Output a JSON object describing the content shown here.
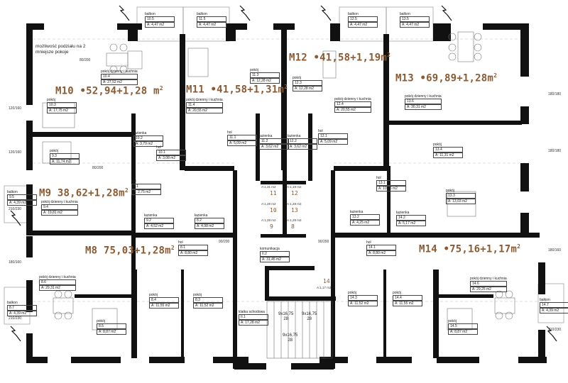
{
  "apartments": [
    {
      "id": "M10",
      "label": "M10 •52,94+1,28 m",
      "unit": "2"
    },
    {
      "id": "M11",
      "label": "M11 •41,58+1,31m",
      "unit": "2"
    },
    {
      "id": "M12",
      "label": "M12 •41,58+1,19m",
      "unit": "2"
    },
    {
      "id": "M13",
      "label": "M13 •69,89+1,28m",
      "unit": "2"
    },
    {
      "id": "M9",
      "label": "M9 38,62+1,28m",
      "unit": "2"
    },
    {
      "id": "M8",
      "label": "M8 75,03+1,28m",
      "unit": "2"
    },
    {
      "id": "M14",
      "label": "M14 •75,16+1,17m",
      "unit": "2"
    }
  ],
  "note": "możliwość podziału na 2 mniejsze pokoje",
  "rooms": [
    {
      "name": "balkon",
      "no": "10.5",
      "area": "A: 4,47 m2"
    },
    {
      "name": "balkon",
      "no": "11.5",
      "area": "A: 4,47 m2"
    },
    {
      "name": "balkon",
      "no": "12.5",
      "area": "A: 4,47 m2"
    },
    {
      "name": "balkon",
      "no": "13.5",
      "area": "A: 4,47 m2"
    },
    {
      "name": "pokój dzienny i kuchnia",
      "no": "10.4",
      "area": "A: 27,52 m2"
    },
    {
      "name": "pokój",
      "no": "10.3",
      "area": "A: 17,75 m2"
    },
    {
      "name": "łazienka",
      "no": "10.2",
      "area": "A: 3,79 m2"
    },
    {
      "name": "hol",
      "no": "10.1",
      "area": "A: 3,08 m2"
    },
    {
      "name": "pokój dzienny i kuchnia",
      "no": "11.4",
      "area": "A: 20,55 m2"
    },
    {
      "name": "pokój",
      "no": "11.3",
      "area": "A: 12,28 m2"
    },
    {
      "name": "hol",
      "no": "11.1",
      "area": "A: 5,09 m2"
    },
    {
      "name": "łazienka",
      "no": "11.2",
      "area": "A: 3,62 m2"
    },
    {
      "name": "pokój",
      "no": "12.3",
      "area": "A: 12,28 m2"
    },
    {
      "name": "pokój dzienny i kuchnia",
      "no": "12.4",
      "area": "A: 20,55 m2"
    },
    {
      "name": "łazienka",
      "no": "12.2",
      "area": "A: 3,62 m2"
    },
    {
      "name": "hol",
      "no": "12.1",
      "area": "A: 5,09 m2"
    },
    {
      "name": "pokój dzienny i kuchnia",
      "no": "13.6",
      "area": "A: 30,31 m2"
    },
    {
      "name": "pokój",
      "no": "13.4",
      "area": "A: 11,31 m2"
    },
    {
      "name": "pokój",
      "no": "13.3",
      "area": "A: 13,03 m2"
    },
    {
      "name": "hol",
      "no": "13.1",
      "area": "A: 10,96 m2"
    },
    {
      "name": "łazienka",
      "no": "13.2",
      "area": "A: 4,25 m2"
    },
    {
      "name": "łazienka",
      "no": "14.2",
      "area": "A: 5,17 m2"
    },
    {
      "name": "pokój",
      "no": "9.3",
      "area": "A: 11,74 m2"
    },
    {
      "name": "balkon",
      "no": "9.5",
      "area": "A: 4,39 m2"
    },
    {
      "name": "pokój dzienny i kuchnia",
      "no": "9.4",
      "area": "A: 19,81 m2"
    },
    {
      "name": "hol",
      "no": "9.1",
      "area": "A: 2,75 m2"
    },
    {
      "name": "łazienka",
      "no": "9.2",
      "area": "A: 4,52 m2"
    },
    {
      "name": "łazienka",
      "no": "8.2",
      "area": "A: 4,98 m2"
    },
    {
      "name": "hol",
      "no": "8.1",
      "area": "A: 8,80 m2"
    },
    {
      "name": "pokój dzienny i kuchnia",
      "no": "8.6",
      "area": "A: 29,31 m2"
    },
    {
      "name": "balkon",
      "no": "8.7",
      "area": "A: 4,39 m2"
    },
    {
      "name": "pokój",
      "no": "8.4",
      "area": "A: 11,55 m2"
    },
    {
      "name": "pokój",
      "no": "8.3",
      "area": "A: 11,52 m2"
    },
    {
      "name": "pokój",
      "no": "8.5",
      "area": "A: 8,87 m2"
    },
    {
      "name": "komunikacja",
      "no": "II.2",
      "area": "A: 31,45 m2"
    },
    {
      "name": "klatka schodowa",
      "no": "II.1",
      "area": "A: 17,28 m2"
    },
    {
      "name": "hol",
      "no": "14.1",
      "area": "A: 8,80 m2"
    },
    {
      "name": "pokój",
      "no": "14.3",
      "area": "A: 11,52 m2"
    },
    {
      "name": "pokój",
      "no": "14.4",
      "area": "A: 11,55 m2"
    },
    {
      "name": "pokój dzienny i kuchnia",
      "no": "14.6",
      "area": "A: 29,25 m2"
    },
    {
      "name": "pokój",
      "no": "14.5",
      "area": "A: 8,87 m2"
    },
    {
      "name": "balkon",
      "no": "14.7",
      "area": "A: 4,39 m2"
    }
  ],
  "storage": [
    {
      "no": "11",
      "area": "A:1,31 m2"
    },
    {
      "no": "12",
      "area": "A:1,19 m2"
    },
    {
      "no": "10",
      "area": "A:1,28 m2"
    },
    {
      "no": "13",
      "area": "A:1,28 m2"
    },
    {
      "no": "9",
      "area": "A:1,28 m2"
    },
    {
      "no": "8",
      "area": "A:1,28 m2"
    },
    {
      "no": "14",
      "area": "A:1,17 m2"
    }
  ],
  "stairs": [
    {
      "run": "9x16,75",
      "steps": "28"
    },
    {
      "run": "9x16,75",
      "steps": "28"
    },
    {
      "run": "9x16,75",
      "steps": "28"
    }
  ],
  "dimensions": [
    "120/160",
    "120/160",
    "210/230",
    "180/160",
    "210/230",
    "180/180",
    "180/180",
    "180/160",
    "210/230",
    "80/200",
    "80/200",
    "90/200",
    "90/200"
  ],
  "colors": {
    "wall": "#111111",
    "apartment_label": "#8a5a32"
  }
}
